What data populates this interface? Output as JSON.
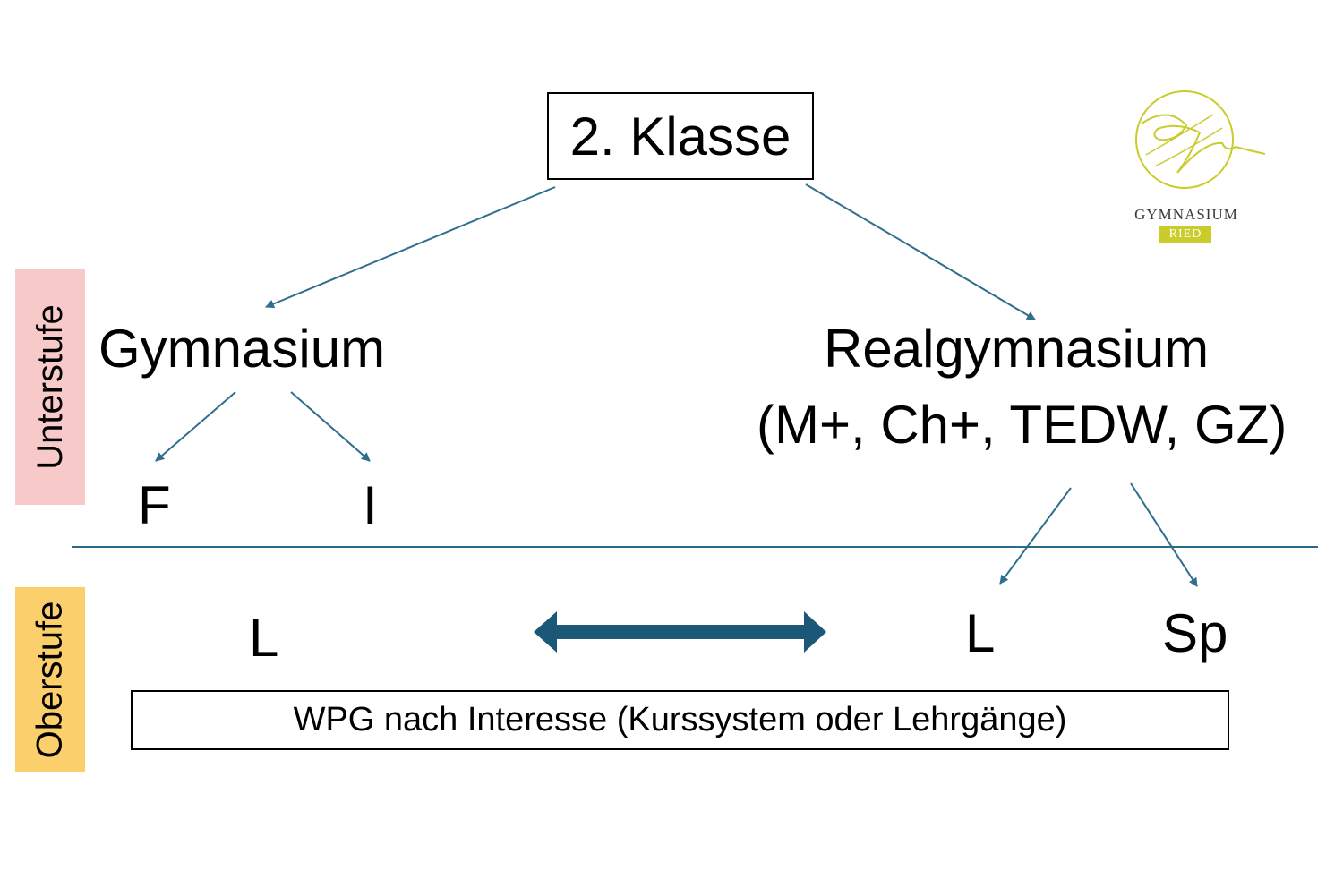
{
  "colors": {
    "arrow": "#2f6e8d",
    "double_arrow": "#1b5878",
    "divider": "#2a6a8a",
    "unterstufe_band": "#f8c9c9",
    "oberstufe_band": "#fbcf6b",
    "logo_accent": "#c9cc2a"
  },
  "diagram": {
    "top_node": "2. Klasse",
    "gymnasium": {
      "label": "Gymnasium",
      "children": [
        "F",
        "I"
      ]
    },
    "realgymnasium": {
      "label": "Realgymnasium",
      "subjects": "(M+, Ch+, TEDW, GZ)",
      "children": [
        "L",
        "Sp"
      ]
    },
    "oberstufe_left": "L",
    "wpg": "WPG nach Interesse (Kurssystem oder Lehrgänge)"
  },
  "stages": {
    "unterstufe": "Unterstufe",
    "oberstufe": "Oberstufe"
  },
  "logo": {
    "name": "GYMNASIUM",
    "tag": "RIED",
    "icon": "signature-circle-icon"
  }
}
